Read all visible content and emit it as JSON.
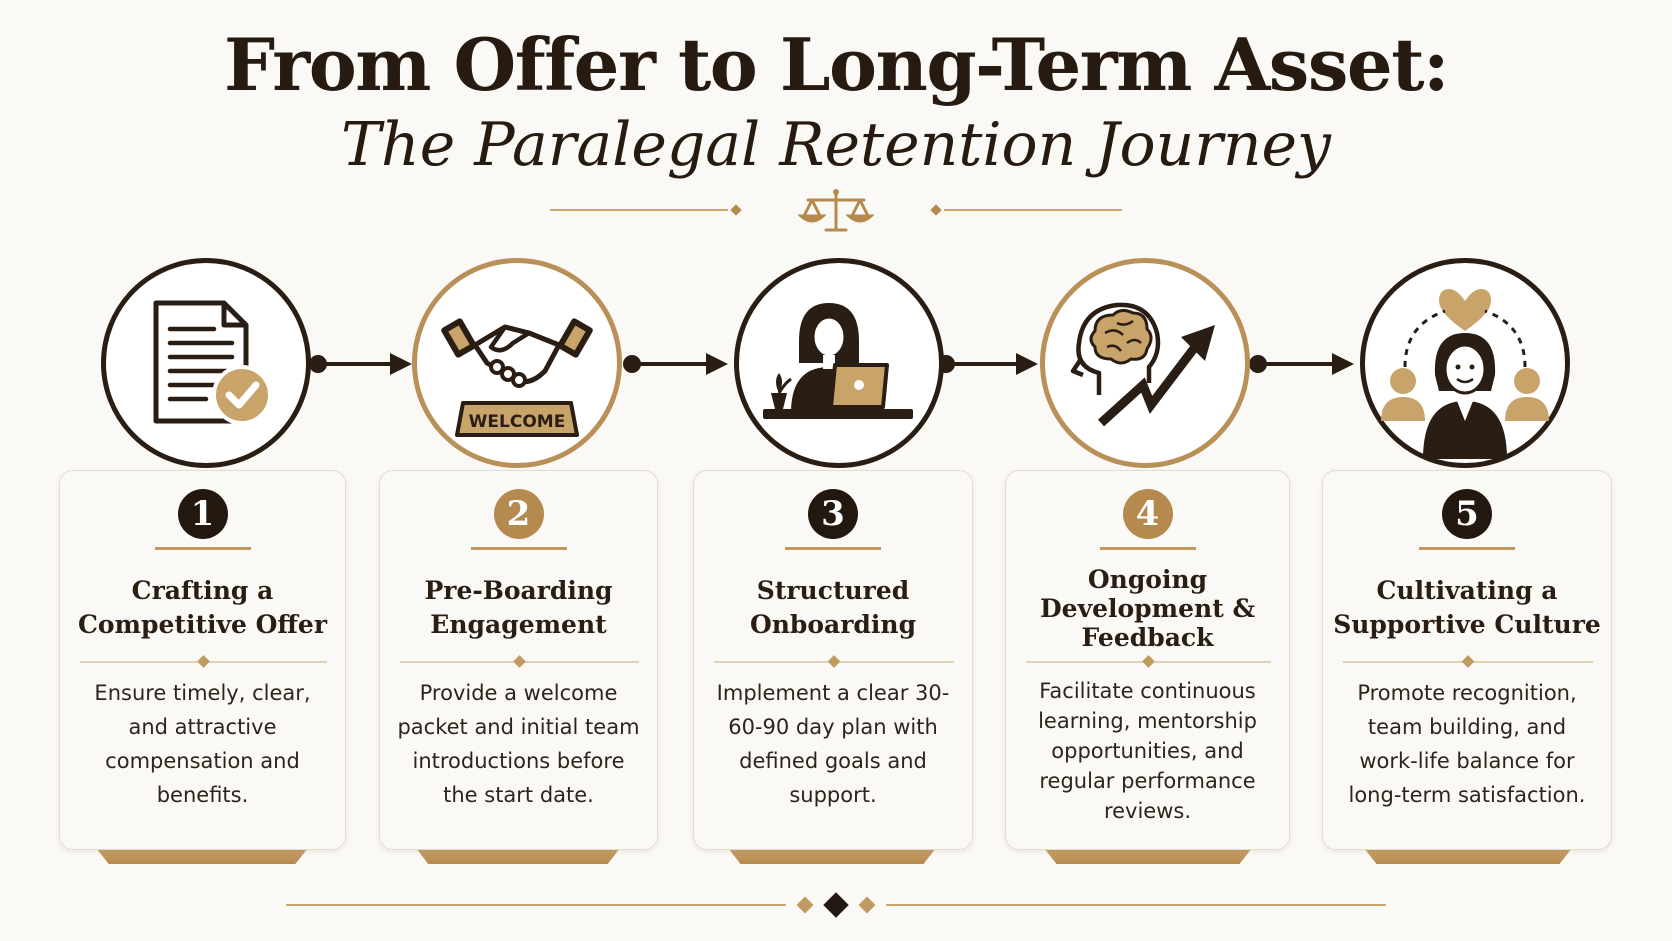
{
  "header": {
    "title": "From Offer to Long-Term Asset:",
    "subtitle": "The Paralegal Retention Journey"
  },
  "colors": {
    "dark": "#2a1d14",
    "gold": "#b89058",
    "background": "#fbf9f5"
  },
  "steps": [
    {
      "number": "1",
      "title_lines": [
        "Crafting a",
        "Competitive Offer"
      ],
      "description": "Ensure timely, clear, and attractive compensation and benefits.",
      "icon": "document-check-icon"
    },
    {
      "number": "2",
      "title_lines": [
        "Pre-Boarding",
        "Engagement"
      ],
      "description": "Provide a welcome packet and initial team introductions before the start date.",
      "icon": "handshake-welcome-icon",
      "icon_text": "WELCOME"
    },
    {
      "number": "3",
      "title_lines": [
        "Structured",
        "Onboarding"
      ],
      "description": "Implement a clear 30-60-90 day plan with defined goals and support.",
      "icon": "woman-at-laptop-icon"
    },
    {
      "number": "4",
      "title_lines": [
        "Ongoing",
        "Development &",
        "Feedback"
      ],
      "description": "Facilitate continuous learning, mentorship opportunities, and regular performance reviews.",
      "icon": "brain-growth-arrow-icon"
    },
    {
      "number": "5",
      "title_lines": [
        "Cultivating a",
        "Supportive Culture"
      ],
      "description": "Promote recognition, team building, and work-life balance for long-term satisfaction.",
      "icon": "team-heart-icon"
    }
  ]
}
